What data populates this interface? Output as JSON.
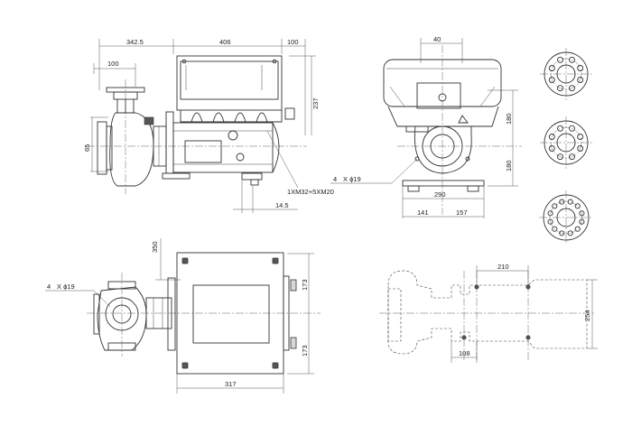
{
  "dimensions": {
    "left_overall": "342.5",
    "motor_length": "406",
    "terminal_offset": "100",
    "suction_offset": "100",
    "height_above_axis": "237",
    "flange_dia": "65",
    "cable_entry": "1XM32+5XM20",
    "foot_offset": "14.5",
    "front_top_width": "40",
    "front_upper_height": "180",
    "front_lower_height": "180",
    "front_bolt_qty": "4",
    "front_bolt_dia": "X ϕ19",
    "front_base_width": "290",
    "front_left_base": "141",
    "front_right_base": "157",
    "plan_height": "350",
    "plan_bolt_qty": "4",
    "plan_bolt_dia": "X ϕ19",
    "plan_upper": "173",
    "plan_lower": "173",
    "plan_width": "317",
    "base_hole_spacing": "210",
    "base_width": "254",
    "base_hole_offset": "108"
  }
}
